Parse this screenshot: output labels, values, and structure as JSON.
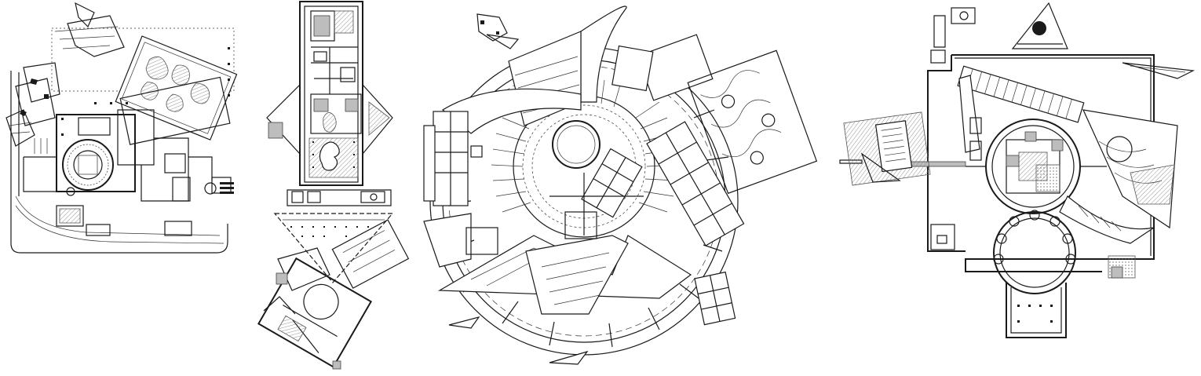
{
  "figure": {
    "background": "#ffffff",
    "ink": "#1a1a1a",
    "plans": [
      {
        "id": "plan-1"
      },
      {
        "id": "plan-2"
      },
      {
        "id": "plan-3"
      },
      {
        "id": "plan-4"
      }
    ]
  }
}
